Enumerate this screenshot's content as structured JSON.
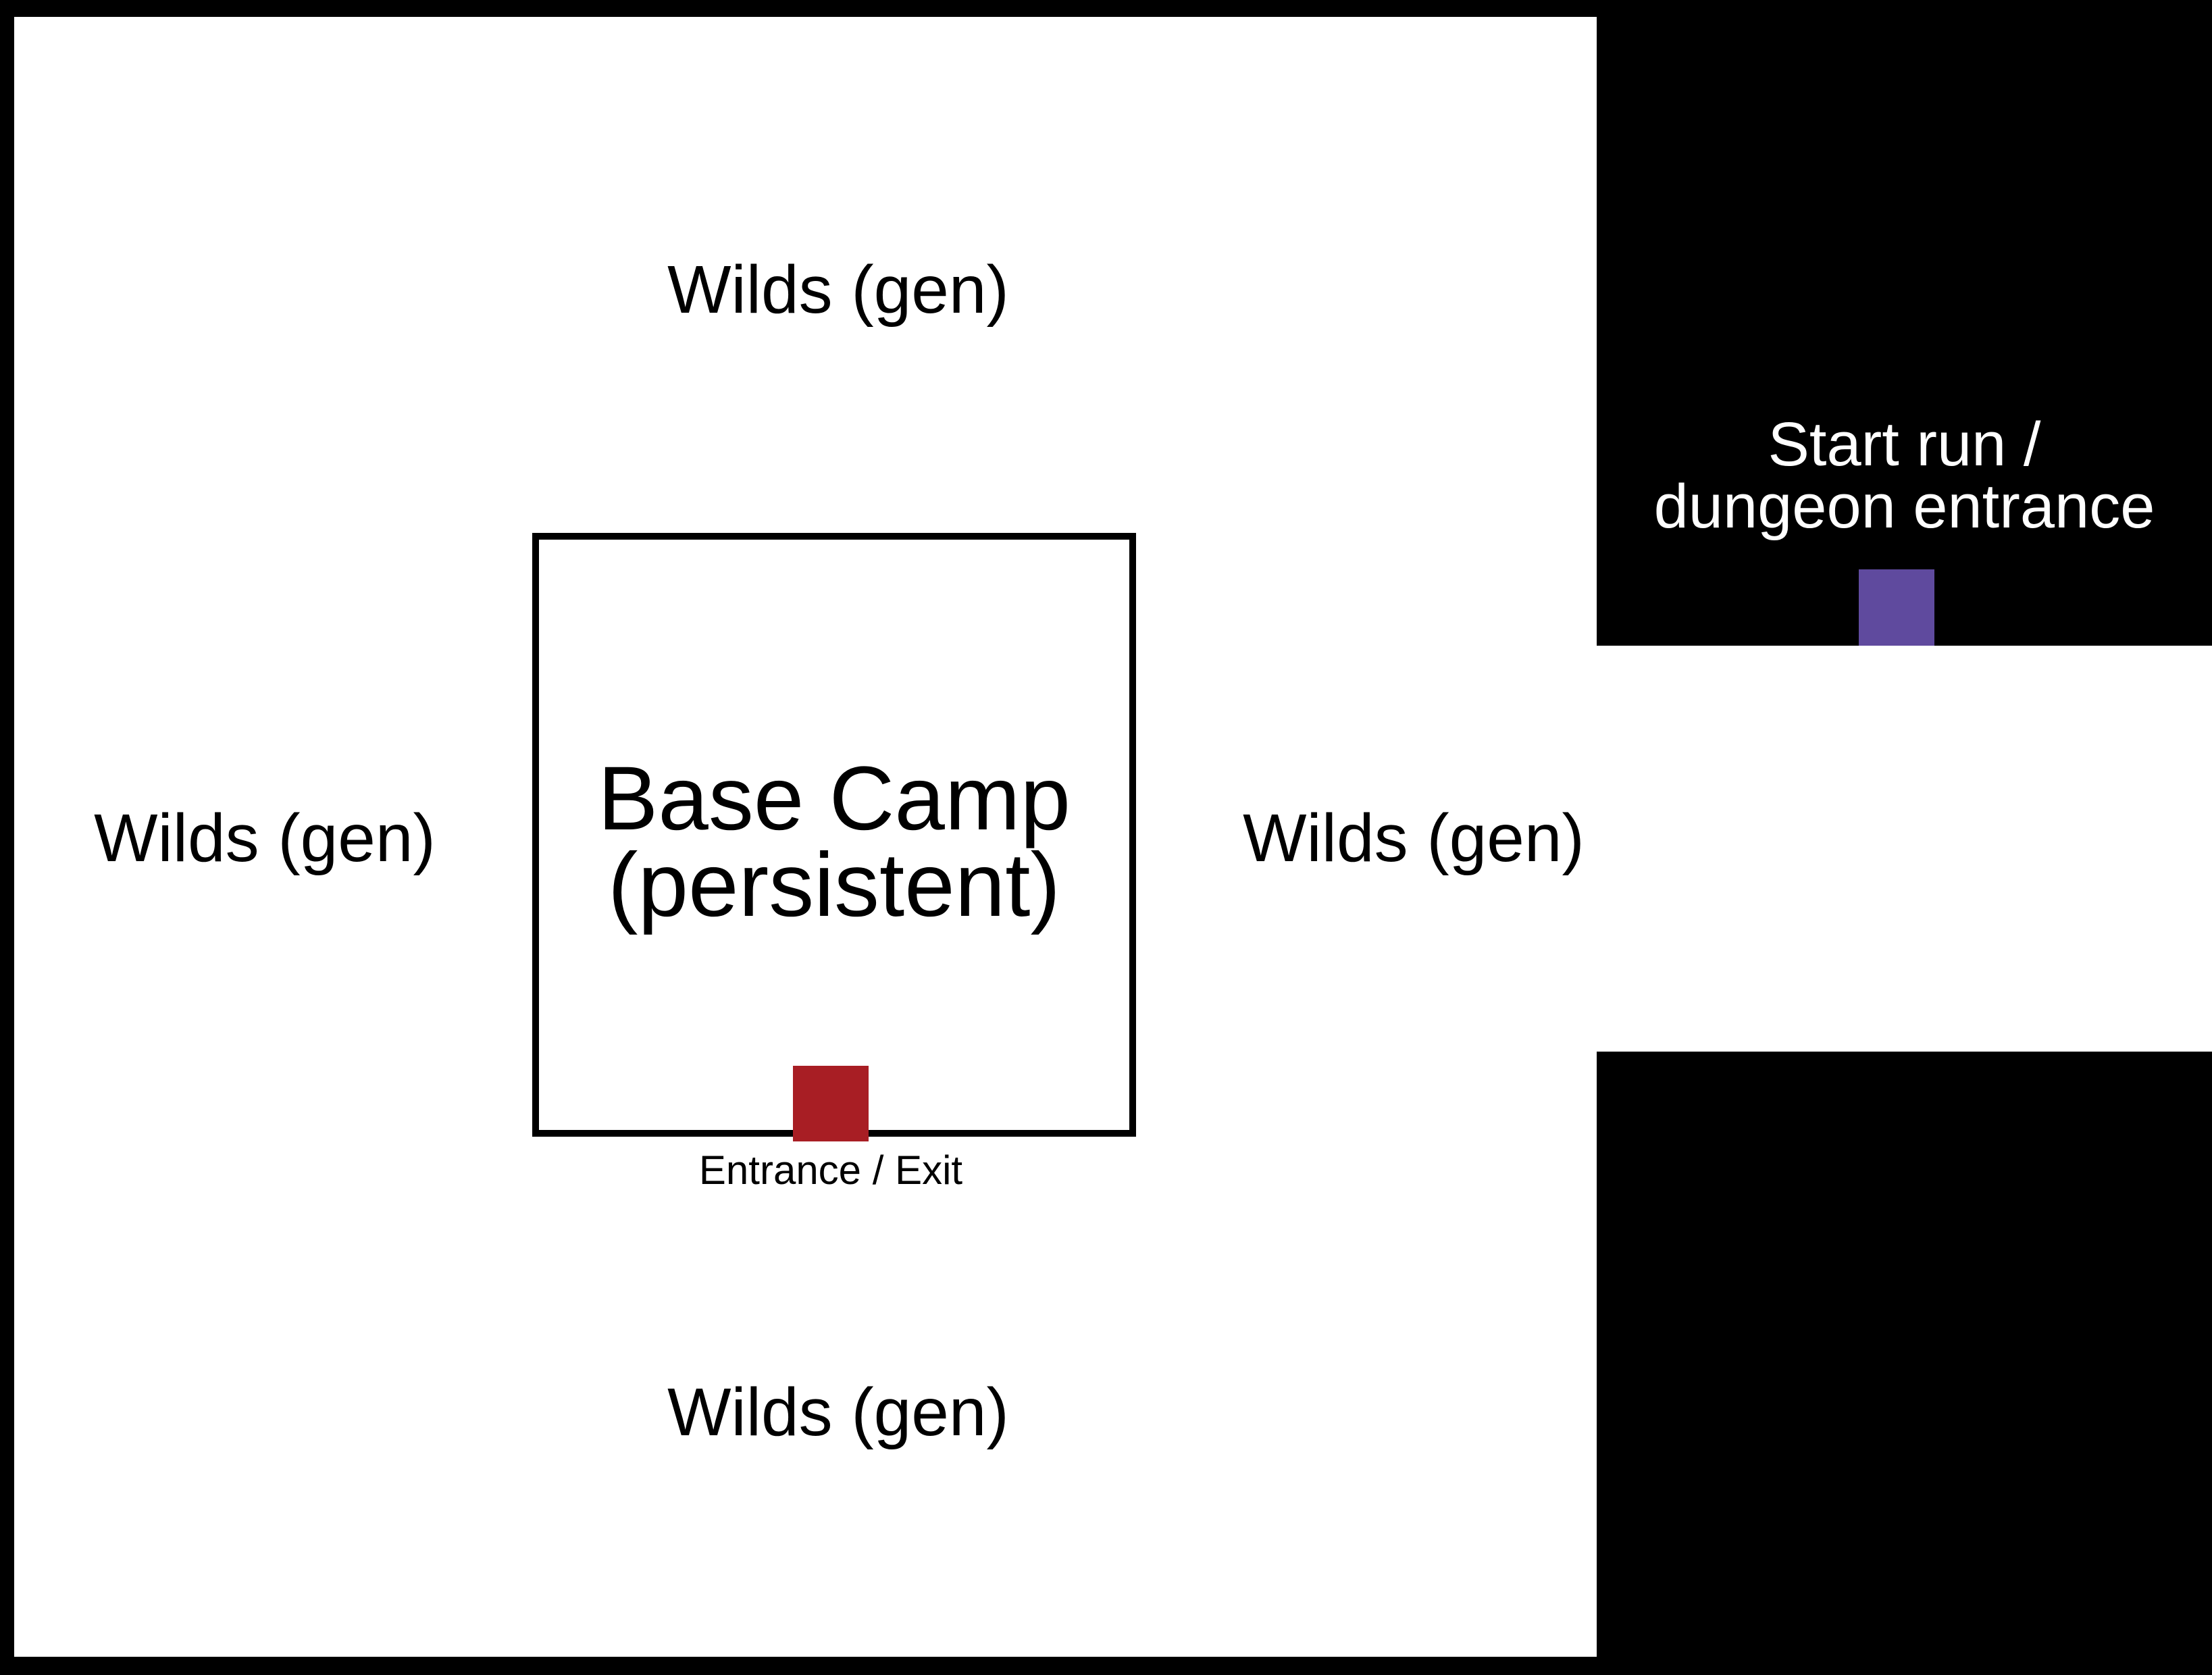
{
  "colors": {
    "void": "#000000",
    "ground": "#ffffff",
    "camp_door": "#a81e24",
    "dungeon_marker": "#5f4a9e"
  },
  "wilds": {
    "top": "Wilds (gen)",
    "left": "Wilds (gen)",
    "right": "Wilds (gen)",
    "bottom": "Wilds (gen)"
  },
  "base_camp": {
    "label": "Base Camp\n(persistent)",
    "door_label": "Entrance / Exit"
  },
  "dungeon": {
    "label": "Start run /\ndungeon entrance"
  }
}
